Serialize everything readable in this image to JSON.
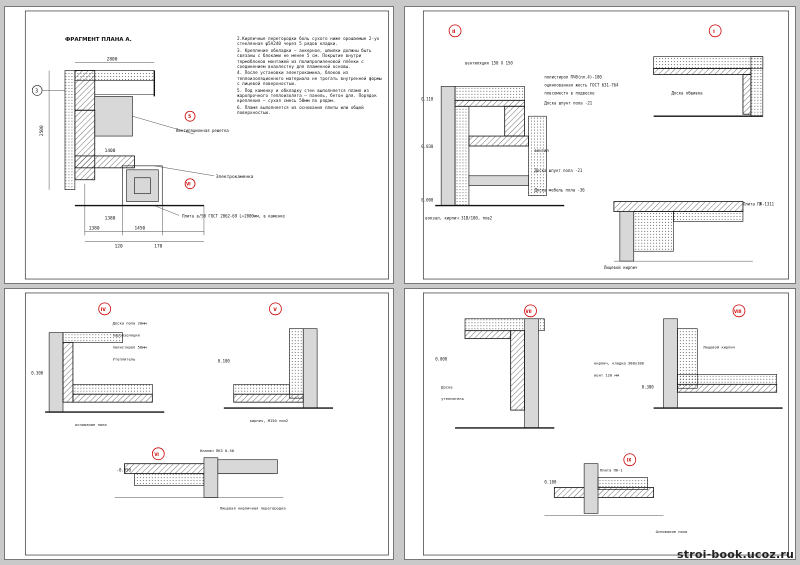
{
  "sheet1": {
    "title": "ФРАГМЕНТ ПЛАНА А.",
    "notes": [
      "2.Кирпичные перегородки боль сухого ниже орошаемые 2-ух стеклянная φ5А240 через 5 рядов кладки.",
      "3. Крепление обкладки — анкерное, шпилки должны быть связаны с блоками не менее 5 см. Покрытие внутри термоблоков монтажей из полипропиленовой плёнки с соединением внахлестку для пламенной основы.",
      "4. После установки электрокамина, блоков из теплоизоляционного материала не трогать внутренней формы с лицевой поверхностью.",
      "5. Под каменку и обкладку стен выполняется пламя из жаропрочного теплоизолята — панель, бетон для. Порядок крепления — сухая смесь 50мм по рядам.",
      "6. Пламя выполняется из основания плиты или общей поверхностью."
    ],
    "labels": {
      "axis": "3",
      "dim_top": "2800",
      "dim_left": "2500",
      "dim_b1": "1380",
      "dim_b2": "1450",
      "dim_b3": "120",
      "dim_b4": "170",
      "dim_mid": "1400",
      "dim_mid2": "1380",
      "note_heater": "Электрокаменка",
      "note_ventil": "Вентиляционная решетка",
      "note_pipe": "Плита в/50 ГОСТ 2062-69 L=2000мм, в каменке",
      "mark1": "5",
      "mark2": "VI"
    }
  },
  "sheet2": {
    "labels": [
      "вентиляция 150 Х 150",
      "полистирол ПЧ0(пл.4)-100",
      "оцинкованная жесть ГОСТ 631-764",
      "повсеместн в подвеске",
      "Доска шпунт пола -21",
      "вентил",
      "Доска шпунт пола -21",
      "Доска мебель пола -36",
      "вокзал, кирпич 31В/100, пов2",
      "Доска обшивка",
      "Плита ПЖ-1311",
      "Лицевой кирпич"
    ],
    "marks": [
      "II",
      "I"
    ],
    "levels": [
      "0.110",
      "0.030",
      "0.000"
    ]
  },
  "sheet3": {
    "labels": [
      "Доска пола 20мм",
      "пароизоляция",
      "полистирол 50мм",
      "Утеплитель",
      "основание пола",
      "кирпич, М150 пол2",
      "Клапан ПКЗ 0-50",
      "Лицевая кирпичная перегородка"
    ],
    "marks": [
      "IV",
      "V",
      "VI"
    ],
    "levels": [
      "0.300",
      "0.100",
      "-0.050"
    ]
  },
  "sheet4": {
    "labels": [
      "Доска",
      "утеплитель",
      "кирпич, кладка 380х180",
      "вент 120 мм",
      "Лицевой кирпич",
      "Плита ПК-1",
      "Основание пола"
    ],
    "marks": [
      "VII",
      "VIII",
      "IX"
    ],
    "levels": [
      "0.000",
      "0.300",
      "0.100"
    ]
  },
  "watermark": "stroi-book.ucoz.ru"
}
